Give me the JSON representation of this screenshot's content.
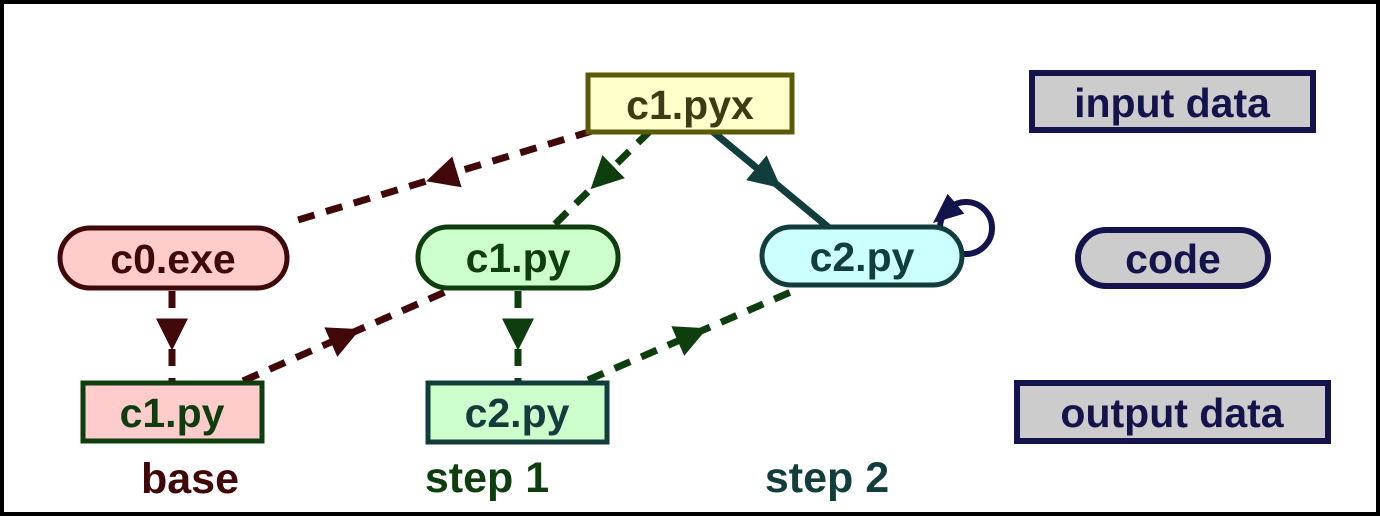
{
  "title": "build pipeline diagram",
  "nodes": {
    "c1_pyx": "c1.pyx",
    "c0_exe": "c0.exe",
    "c1_py_code": "c1.py",
    "c2_py_code": "c2.py",
    "c1_py_output": "c1.py",
    "c2_py_output": "c2.py"
  },
  "legend": {
    "input_data": "input data",
    "code": "code",
    "output_data": "output data"
  },
  "stages": {
    "base": "base",
    "step1": "step 1",
    "step2": "step 2"
  },
  "edges": [
    {
      "from": "c1.pyx",
      "to": "c0.exe",
      "style": "dashed",
      "color": "maroon"
    },
    {
      "from": "c1.pyx",
      "to": "c1.py (code, step 1)",
      "style": "dashed",
      "color": "dark_green"
    },
    {
      "from": "c1.pyx",
      "to": "c2.py (code, step 2)",
      "style": "solid",
      "color": "teal"
    },
    {
      "from": "c0.exe",
      "to": "c1.py (output, base)",
      "style": "dashed",
      "color": "maroon"
    },
    {
      "from": "c1.py (output, base)",
      "to": "c1.py (code, step 1)",
      "style": "dashed",
      "color": "maroon"
    },
    {
      "from": "c1.py (code, step 1)",
      "to": "c2.py (output, step 1)",
      "style": "dashed",
      "color": "dark_green"
    },
    {
      "from": "c2.py (output, step 1)",
      "to": "c2.py (code, step 2)",
      "style": "dashed",
      "color": "dark_green"
    },
    {
      "from": "c2.py (code, step 2)",
      "to": "c2.py (code, step 2)",
      "style": "solid self-loop",
      "color": "navy"
    }
  ],
  "colors": {
    "frame": "#000000",
    "maroon": "#400808",
    "dark_green": "#0e3d0e",
    "teal": "#123d3d",
    "navy": "#14144d",
    "olive_border": "#5a5a08",
    "olive_text": "#3c3c14",
    "yellow_fill": "#ffffcc",
    "pink_fill": "#ffcccc",
    "green_fill": "#ccffcc",
    "cyan_fill": "#ccffff",
    "gray_fill": "#cccccc"
  }
}
